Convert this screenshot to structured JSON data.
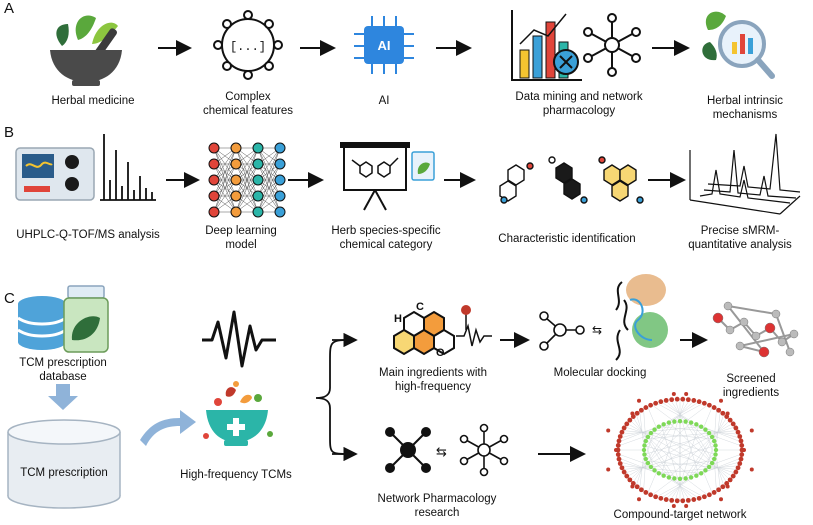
{
  "panels": {
    "a": "A",
    "b": "B",
    "c": "C"
  },
  "row_a": {
    "herbal_medicine": "Herbal medicine",
    "complex_features": [
      "Complex",
      "chemical features"
    ],
    "ai": "AI",
    "ai_chip": "AI",
    "complex_glyph": "[...]",
    "data_mining": [
      "Data mining and network",
      "pharmacology"
    ],
    "mechanisms": [
      "Herbal intrinsic",
      "mechanisms"
    ]
  },
  "row_b": {
    "uhplc": "UHPLC-Q-TOF/MS analysis",
    "deep_learning": [
      "Deep learning",
      "model"
    ],
    "herb_species": [
      "Herb species-specific",
      "chemical category"
    ],
    "characteristic": "Characteristic identification",
    "srm": [
      "Precise sMRM-",
      "quantitative analysis"
    ]
  },
  "row_c": {
    "tcm_db": [
      "TCM prescription",
      "database"
    ],
    "tcm_prescription": "TCM prescription",
    "high_freq_tcms": "High-frequency TCMs",
    "main_ingredients": [
      "Main ingredients with",
      "high-frequency"
    ],
    "molecular_docking": "Molecular docking",
    "screened": [
      "Screened",
      "ingredients"
    ],
    "network_pharm": [
      "Network Pharmacology",
      "research"
    ],
    "compound_target": "Compound-target network",
    "hex_letters": {
      "h": "H",
      "c": "C",
      "o": "O"
    }
  },
  "colors": {
    "leaf_green": "#5aa83c",
    "leaf_dark": "#2f6e3a",
    "mortar": "#4a4a4a",
    "chip_blue": "#2e86de",
    "bar_yellow": "#f4c430",
    "bar_blue": "#3aa0d8",
    "bar_red": "#e0453a",
    "bar_teal": "#2bb5a8",
    "hex_orange": "#f39c3c",
    "hex_yellow": "#f7d774",
    "db_blue": "#4fa3d9",
    "arrow_blue": "#8fb3d9",
    "network_red": "#c0392b",
    "network_green": "#7ed957"
  }
}
